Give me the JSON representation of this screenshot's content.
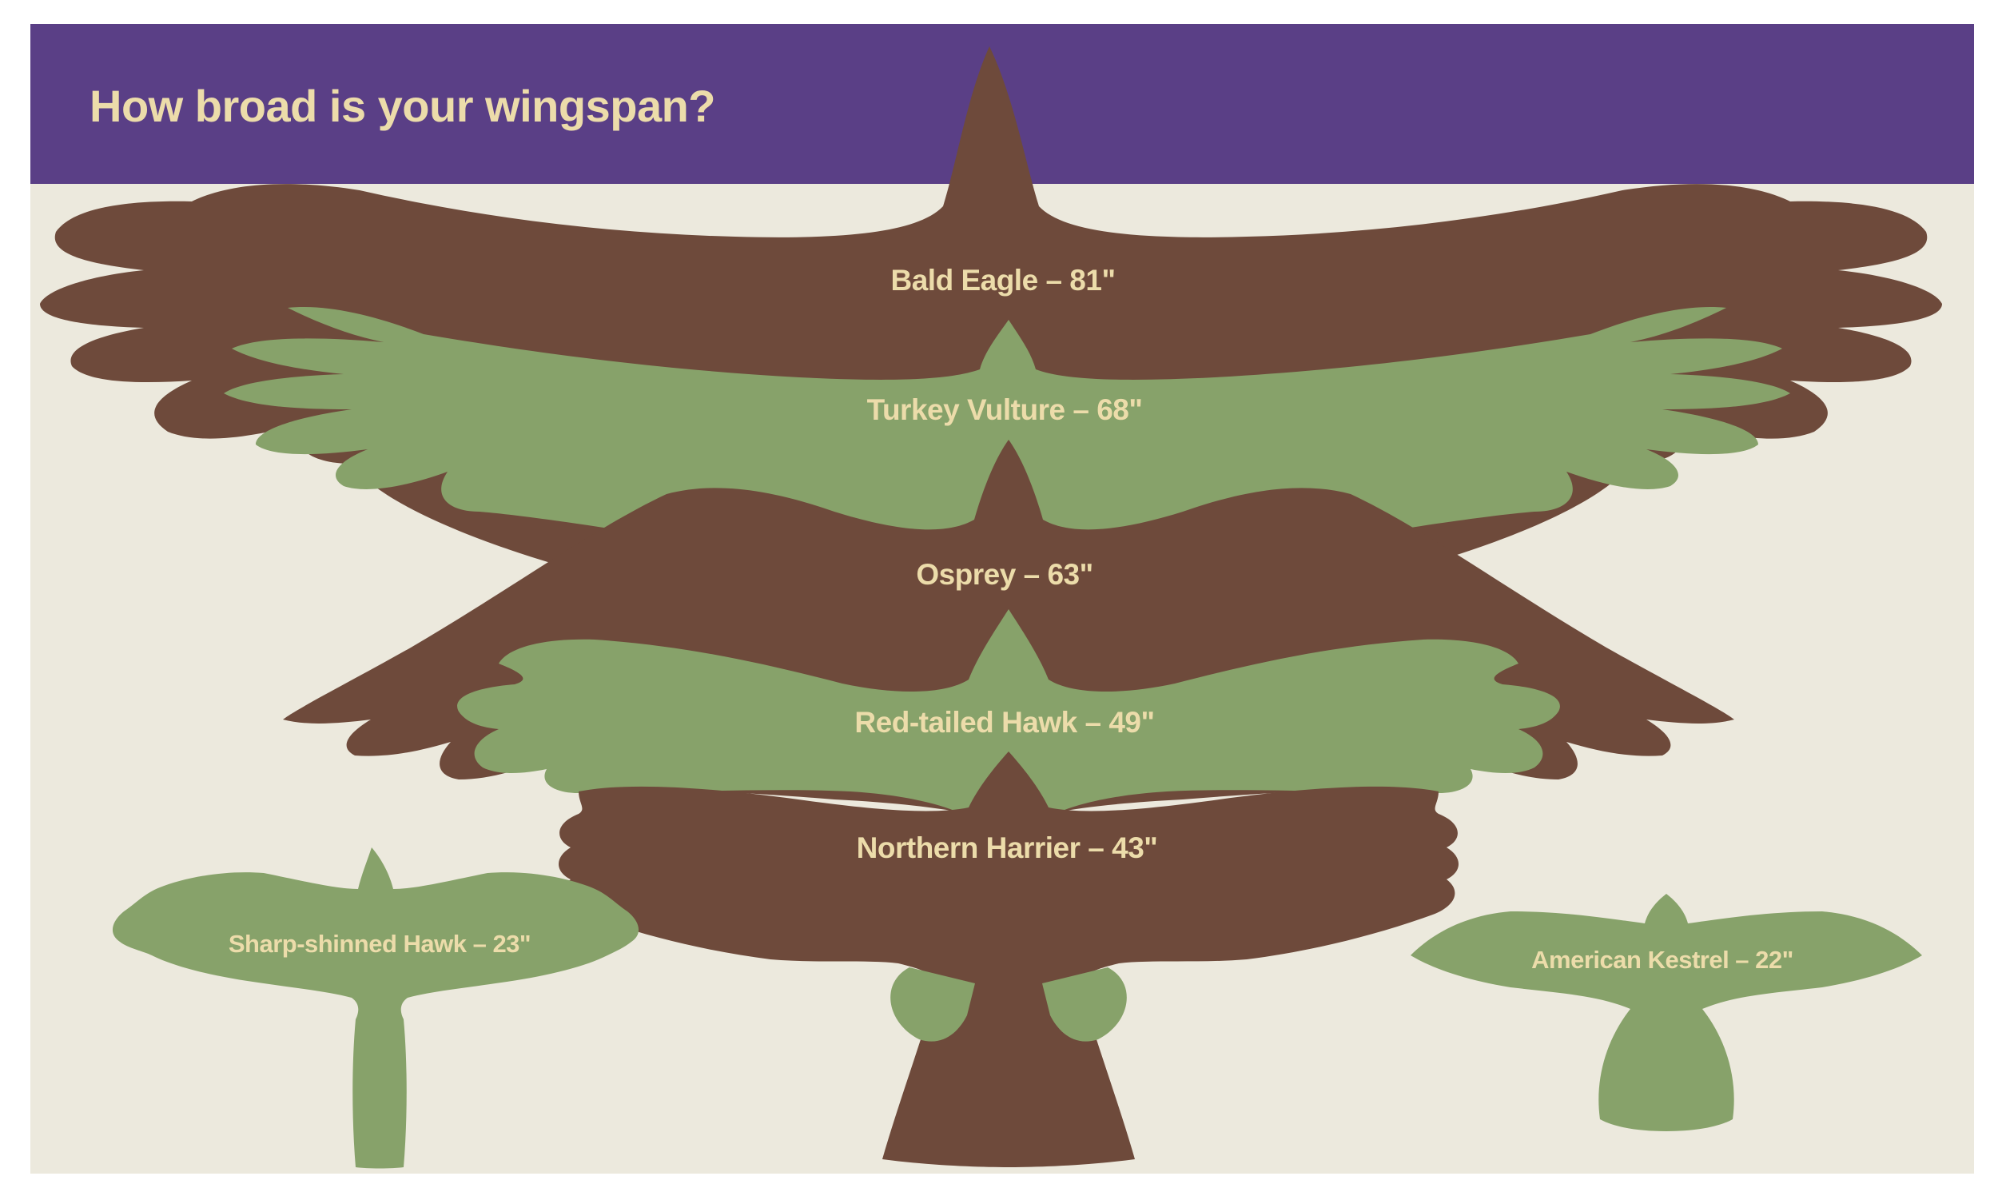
{
  "sign": {
    "title": "How broad is your wingspan?",
    "colors": {
      "banner": "#5a3f86",
      "board": "#ece9dd",
      "brown_silhouette": "#6e4a3b",
      "green_silhouette": "#87a26a",
      "label_text": "#ecdcaa"
    },
    "birds": [
      {
        "id": "bald-eagle",
        "label": "Bald Eagle – 81\"",
        "wingspan_in": 81,
        "color": "brown"
      },
      {
        "id": "turkey-vulture",
        "label": "Turkey Vulture – 68\"",
        "wingspan_in": 68,
        "color": "green"
      },
      {
        "id": "osprey",
        "label": "Osprey – 63\"",
        "wingspan_in": 63,
        "color": "brown"
      },
      {
        "id": "red-tailed-hawk",
        "label": "Red-tailed Hawk – 49\"",
        "wingspan_in": 49,
        "color": "green"
      },
      {
        "id": "northern-harrier",
        "label": "Northern Harrier – 43\"",
        "wingspan_in": 43,
        "color": "brown"
      },
      {
        "id": "sharp-shinned-hawk",
        "label": "Sharp-shinned Hawk – 23\"",
        "wingspan_in": 23,
        "color": "green"
      },
      {
        "id": "american-kestrel",
        "label": "American Kestrel – 22\"",
        "wingspan_in": 22,
        "color": "green"
      }
    ]
  }
}
